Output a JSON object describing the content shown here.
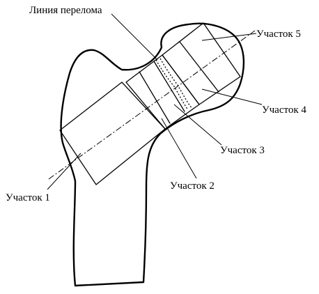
{
  "labels": {
    "fracture_line": "Линия перелома",
    "section_1": "Участок 1",
    "section_2": "Участок 2",
    "section_3": "Участок 3",
    "section_4": "Участок 4",
    "section_5": "Участок 5"
  }
}
